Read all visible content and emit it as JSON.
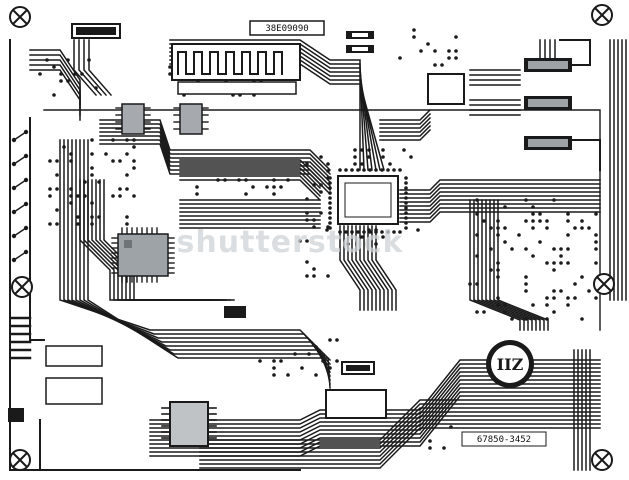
{
  "board": {
    "colors": {
      "background": "#ffffff",
      "trace": "#1a1a1a",
      "pad": "#111111",
      "chip_grey": "#9ea3a8"
    },
    "labels": {
      "top_part_number": "38E09090",
      "bottom_right_code": "67850-3452",
      "center_chip_marking": "IIZ"
    },
    "watermark": "shutterstock"
  }
}
